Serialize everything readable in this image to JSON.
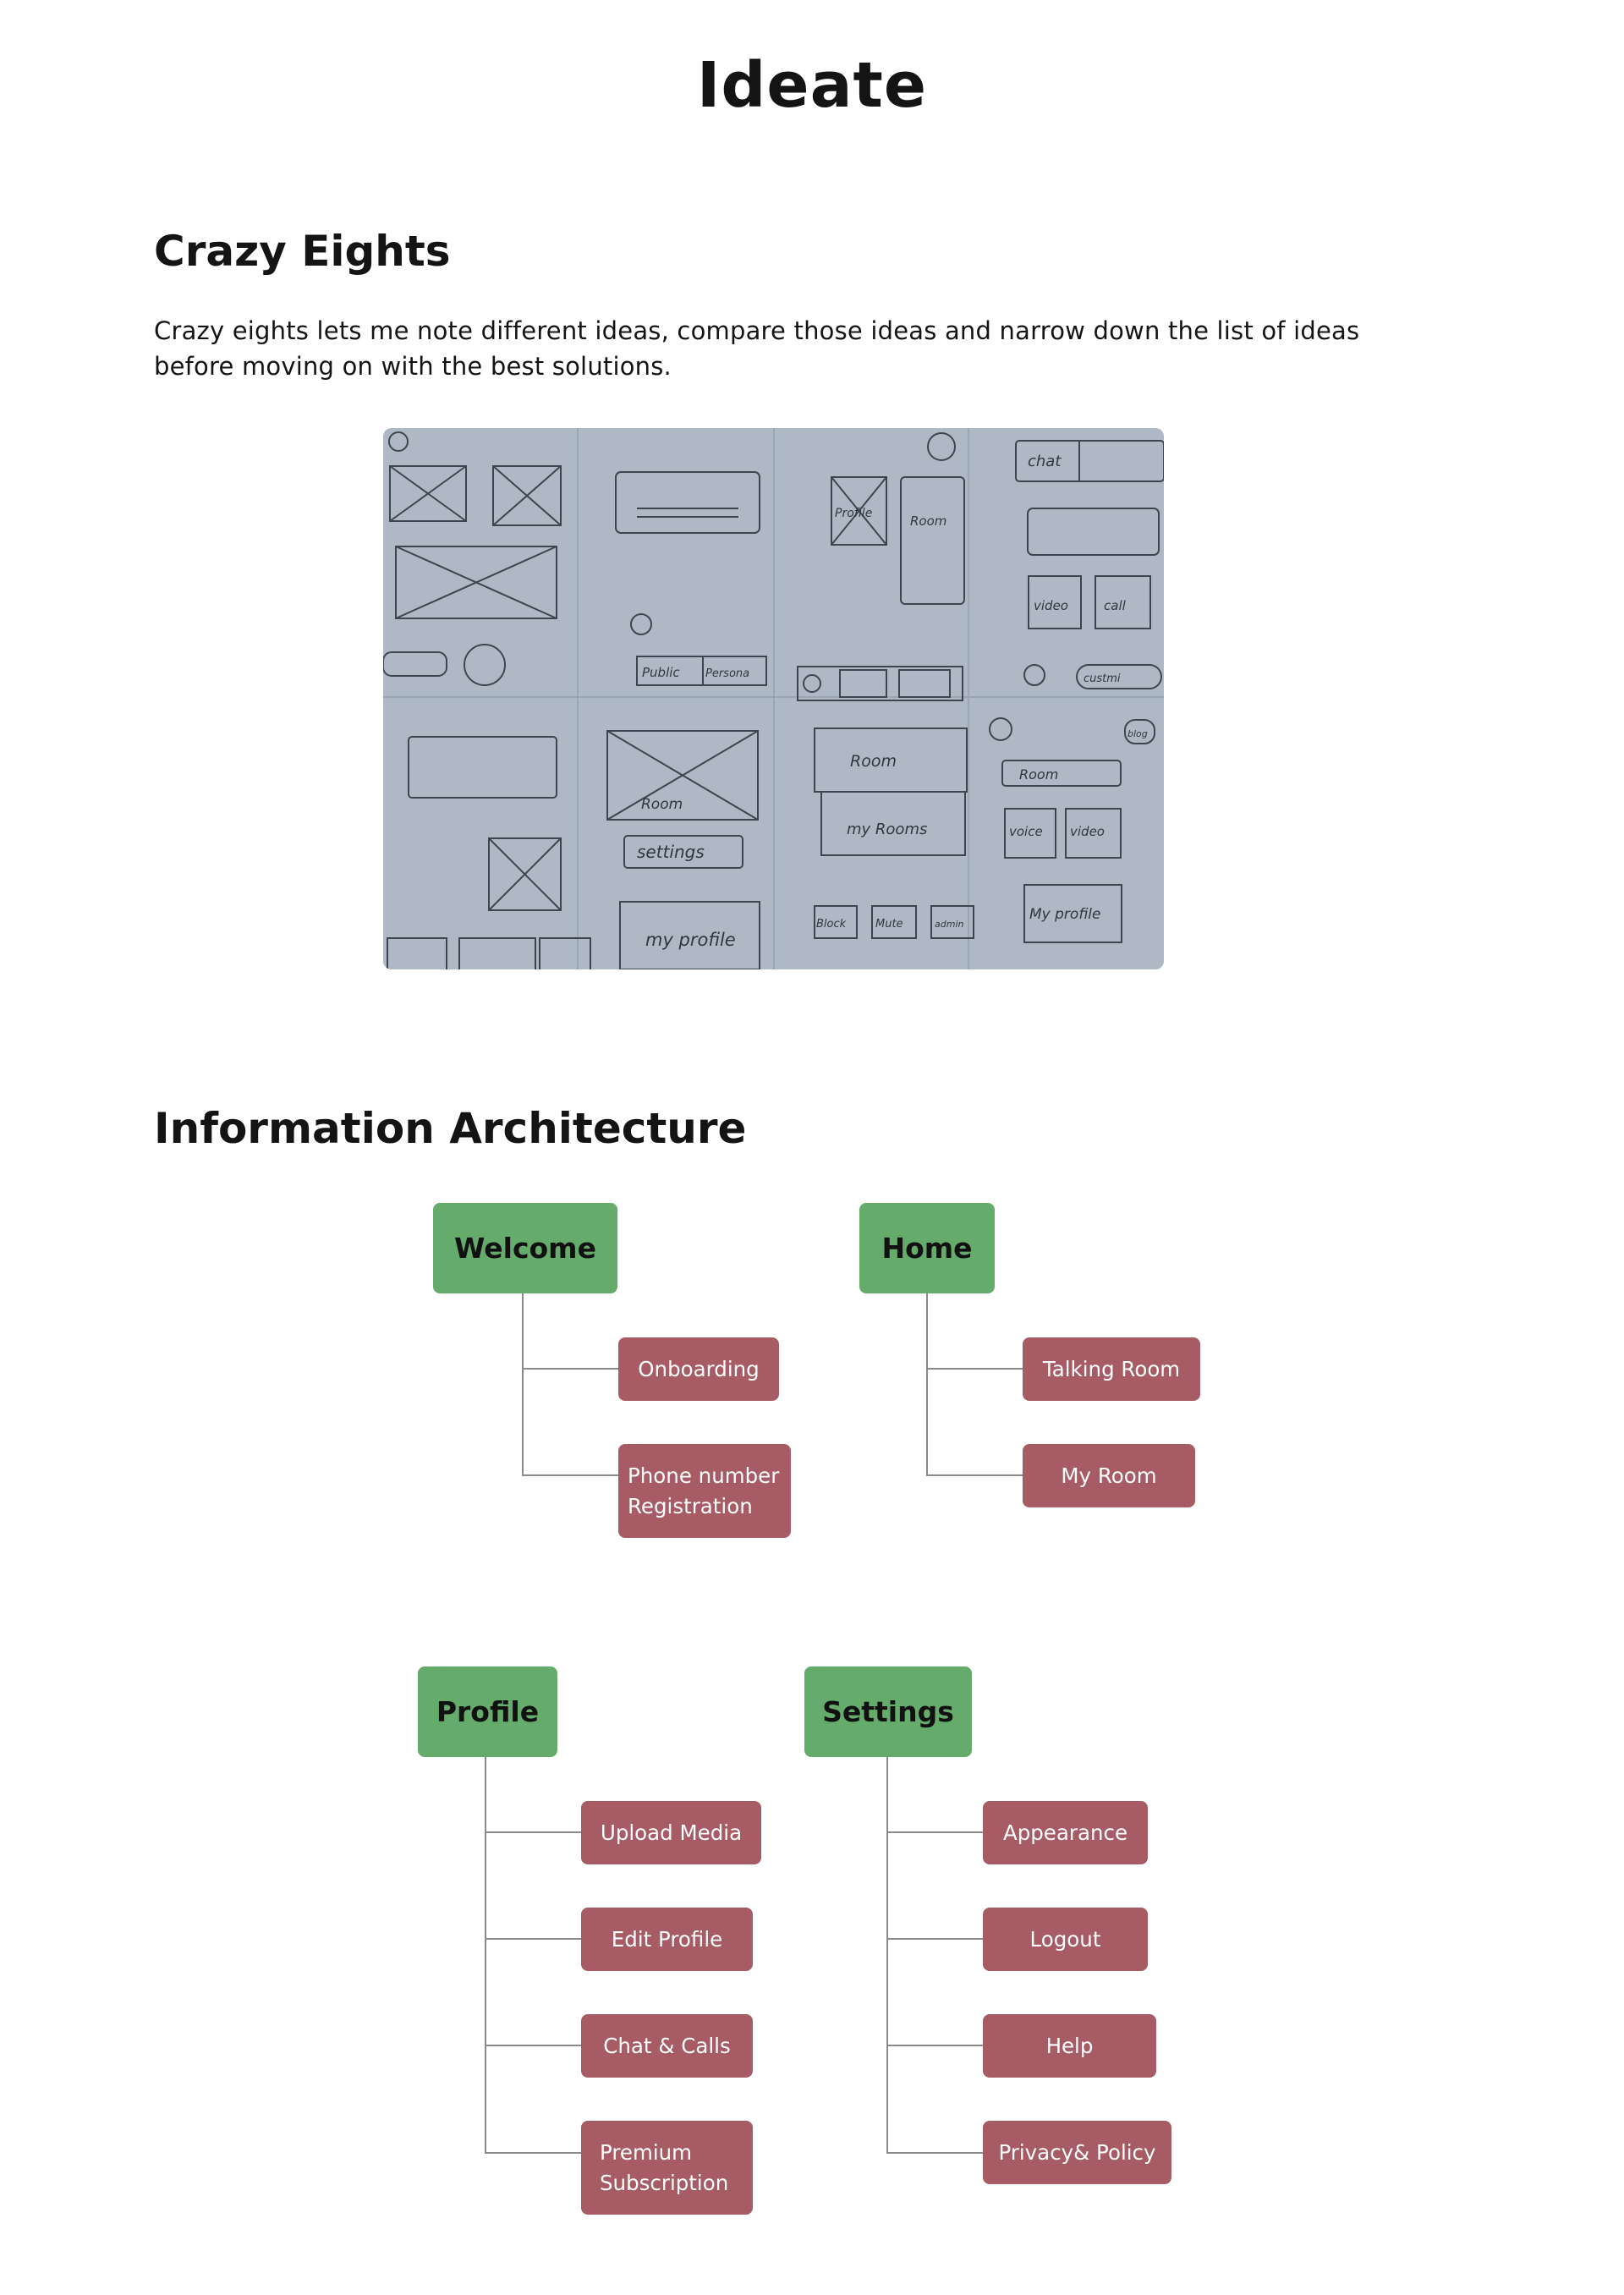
{
  "page": {
    "title": "Ideate"
  },
  "crazy_eights": {
    "heading": "Crazy Eights",
    "description": "Crazy eights lets me note different ideas, compare those ideas and narrow down the list of ideas before moving on with the best solutions.",
    "sketch_labels": {
      "chat": "chat",
      "profile": "Profile",
      "room": "Room",
      "video": "video",
      "call": "call",
      "public": "Public",
      "personal": "Persona",
      "customise": "custmi",
      "room2": "Room",
      "room3": "Room",
      "my_rooms": "my Rooms",
      "room4": "Room",
      "settings": "settings",
      "voice": "voice",
      "video2": "video",
      "blog": "blog",
      "my_profile": "my profile",
      "block": "Block",
      "mute": "Mute",
      "admin": "admin",
      "my_profile2": "My profile"
    }
  },
  "information_architecture": {
    "heading": "Information Architecture",
    "groups": {
      "welcome": {
        "label": "Welcome",
        "children": [
          "Onboarding",
          "Phone number\nRegistration"
        ]
      },
      "home": {
        "label": "Home",
        "children": [
          "Talking Room",
          "My Room"
        ]
      },
      "profile": {
        "label": "Profile",
        "children": [
          "Upload Media",
          "Edit Profile",
          "Chat & Calls",
          "Premium\nSubscription"
        ]
      },
      "settings": {
        "label": "Settings",
        "children": [
          "Appearance",
          "Logout",
          "Help",
          "Privacy& Policy"
        ]
      }
    },
    "colors": {
      "root": "#65ab6b",
      "child": "#a65b65",
      "connector": "#8a8a8a"
    }
  }
}
